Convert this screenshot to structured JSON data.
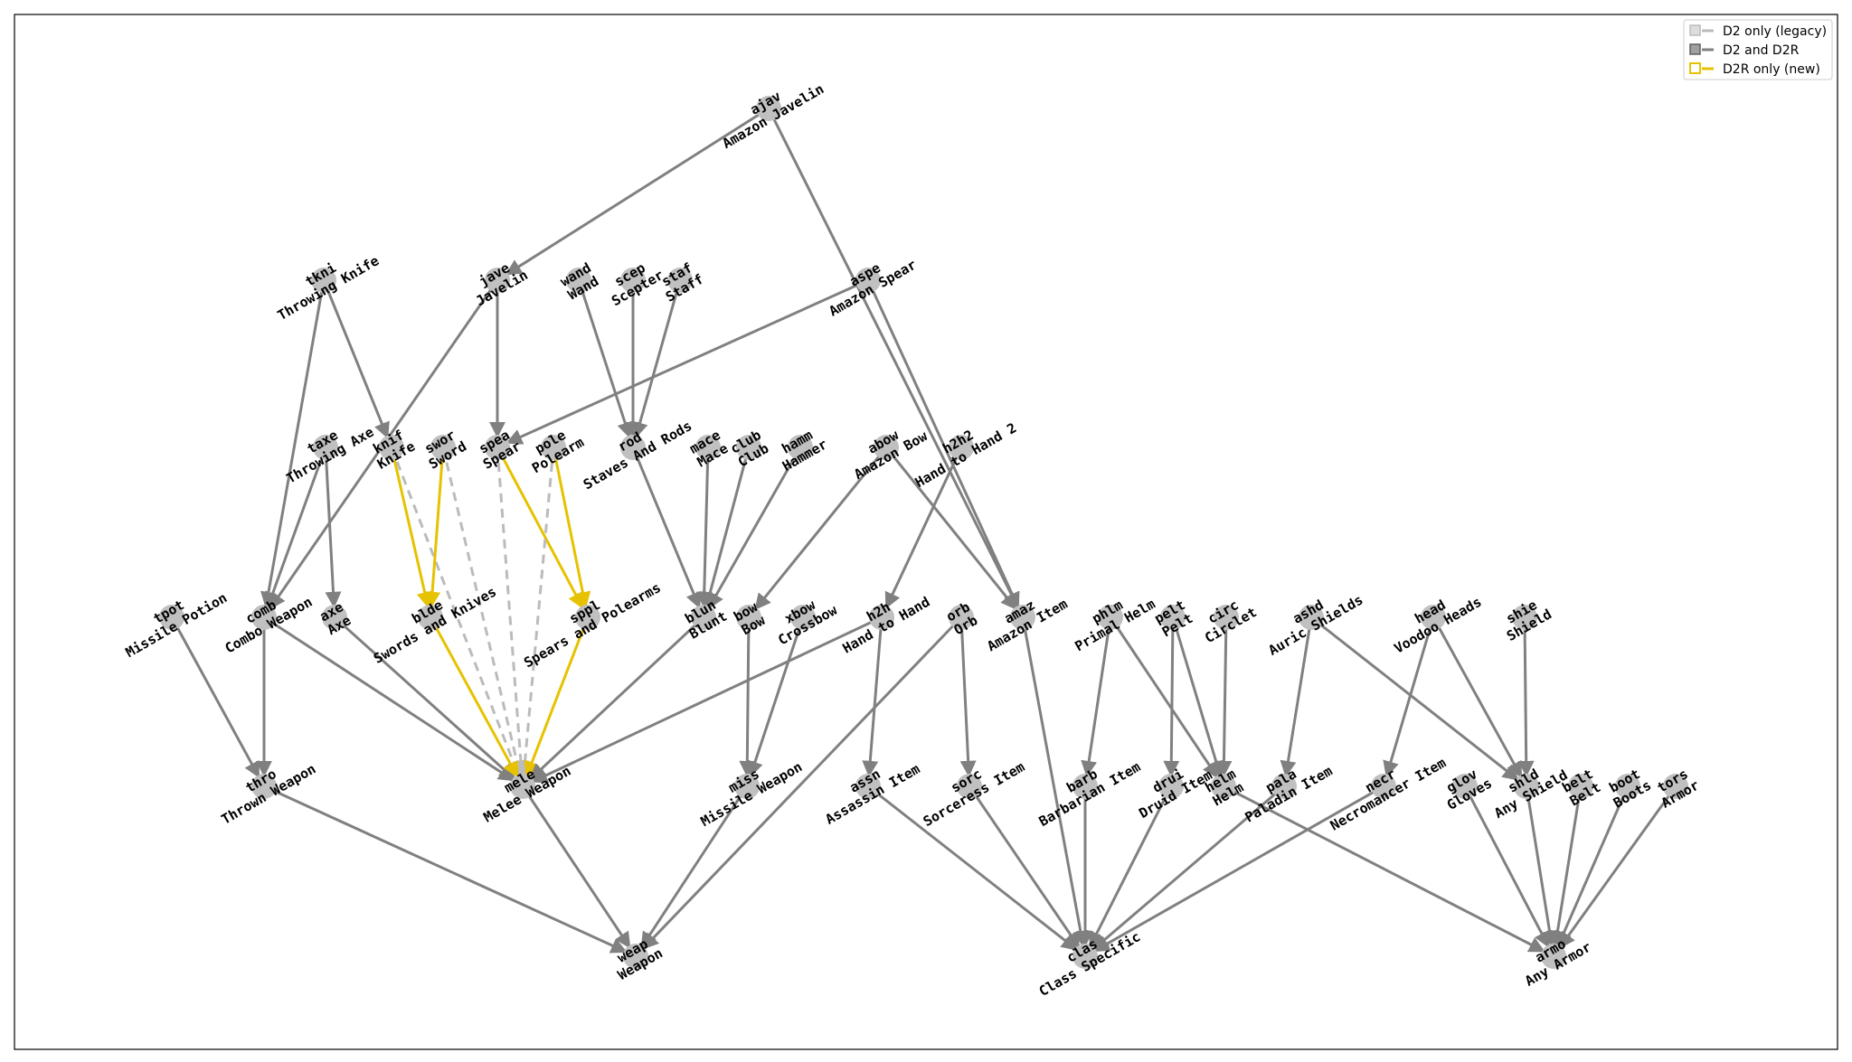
{
  "legend": {
    "items": [
      {
        "label": "D2 only (legacy)",
        "color": "#bbbbbb",
        "style": "dashed"
      },
      {
        "label": "D2 and D2R",
        "color": "#808080",
        "style": "solid"
      },
      {
        "label": "D2R only (new)",
        "color": "#e6c200",
        "style": "solid"
      }
    ]
  },
  "colors": {
    "legacy": "#bbbbbb",
    "both": "#808080",
    "new": "#e6c200",
    "node": "#c0c0c0"
  },
  "nodes": [
    {
      "id": "ajav",
      "code": "ajav",
      "name": "Amazon Javelin"
    },
    {
      "id": "tkni",
      "code": "tkni",
      "name": "Throwing Knife"
    },
    {
      "id": "jave",
      "code": "jave",
      "name": "Javelin"
    },
    {
      "id": "wand",
      "code": "wand",
      "name": "Wand"
    },
    {
      "id": "scep",
      "code": "scep",
      "name": "Scepter"
    },
    {
      "id": "staf",
      "code": "staf",
      "name": "Staff"
    },
    {
      "id": "aspe",
      "code": "aspe",
      "name": "Amazon Spear"
    },
    {
      "id": "taxe",
      "code": "taxe",
      "name": "Throwing Axe"
    },
    {
      "id": "knif",
      "code": "knif",
      "name": "Knife"
    },
    {
      "id": "swor",
      "code": "swor",
      "name": "Sword"
    },
    {
      "id": "spea",
      "code": "spea",
      "name": "Spear"
    },
    {
      "id": "pole",
      "code": "pole",
      "name": "Polearm"
    },
    {
      "id": "rod",
      "code": "rod",
      "name": "Staves And Rods"
    },
    {
      "id": "mace",
      "code": "mace",
      "name": "Mace"
    },
    {
      "id": "club",
      "code": "club",
      "name": "Club"
    },
    {
      "id": "hamm",
      "code": "hamm",
      "name": "Hammer"
    },
    {
      "id": "abow",
      "code": "abow",
      "name": "Amazon Bow"
    },
    {
      "id": "h2h2",
      "code": "h2h2",
      "name": "Hand to Hand 2"
    },
    {
      "id": "tpot",
      "code": "tpot",
      "name": "Missile Potion"
    },
    {
      "id": "comb",
      "code": "comb",
      "name": "Combo Weapon"
    },
    {
      "id": "axe",
      "code": "axe",
      "name": "Axe"
    },
    {
      "id": "blde",
      "code": "blde",
      "name": "Swords and Knives"
    },
    {
      "id": "sppl",
      "code": "sppl",
      "name": "Spears and Polearms"
    },
    {
      "id": "blun",
      "code": "blun",
      "name": "Blunt"
    },
    {
      "id": "bow",
      "code": "bow",
      "name": "Bow"
    },
    {
      "id": "xbow",
      "code": "xbow",
      "name": "Crossbow"
    },
    {
      "id": "h2h",
      "code": "h2h",
      "name": "Hand to Hand"
    },
    {
      "id": "orb",
      "code": "orb",
      "name": "Orb"
    },
    {
      "id": "amaz",
      "code": "amaz",
      "name": "Amazon Item"
    },
    {
      "id": "phlm",
      "code": "phlm",
      "name": "Primal Helm"
    },
    {
      "id": "pelt",
      "code": "pelt",
      "name": "Pelt"
    },
    {
      "id": "circ",
      "code": "circ",
      "name": "Circlet"
    },
    {
      "id": "ashd",
      "code": "ashd",
      "name": "Auric Shields"
    },
    {
      "id": "head",
      "code": "head",
      "name": "Voodoo Heads"
    },
    {
      "id": "shie",
      "code": "shie",
      "name": "Shield"
    },
    {
      "id": "thro",
      "code": "thro",
      "name": "Thrown Weapon"
    },
    {
      "id": "mele",
      "code": "mele",
      "name": "Melee Weapon"
    },
    {
      "id": "miss",
      "code": "miss",
      "name": "Missile Weapon"
    },
    {
      "id": "assn",
      "code": "assn",
      "name": "Assassin Item"
    },
    {
      "id": "sorc",
      "code": "sorc",
      "name": "Sorceress Item"
    },
    {
      "id": "barb",
      "code": "barb",
      "name": "Barbarian Item"
    },
    {
      "id": "drui",
      "code": "drui",
      "name": "Druid Item"
    },
    {
      "id": "helm",
      "code": "helm",
      "name": "Helm"
    },
    {
      "id": "pala",
      "code": "pala",
      "name": "Paladin Item"
    },
    {
      "id": "necr",
      "code": "necr",
      "name": "Necromancer Item"
    },
    {
      "id": "glov",
      "code": "glov",
      "name": "Gloves"
    },
    {
      "id": "shld",
      "code": "shld",
      "name": "Any Shield"
    },
    {
      "id": "belt",
      "code": "belt",
      "name": "Belt"
    },
    {
      "id": "boot",
      "code": "boot",
      "name": "Boots"
    },
    {
      "id": "tors",
      "code": "tors",
      "name": "Armor"
    },
    {
      "id": "weap",
      "code": "weap",
      "name": "Weapon"
    },
    {
      "id": "clas",
      "code": "clas",
      "name": "Class Specific"
    },
    {
      "id": "armo",
      "code": "armo",
      "name": "Any Armor"
    }
  ],
  "edges": [
    {
      "from": "ajav",
      "to": "jave",
      "kind": "both"
    },
    {
      "from": "ajav",
      "to": "amaz",
      "kind": "both"
    },
    {
      "from": "tkni",
      "to": "knif",
      "kind": "both"
    },
    {
      "from": "tkni",
      "to": "comb",
      "kind": "both"
    },
    {
      "from": "jave",
      "to": "spea",
      "kind": "both"
    },
    {
      "from": "jave",
      "to": "comb",
      "kind": "both"
    },
    {
      "from": "wand",
      "to": "rod",
      "kind": "both"
    },
    {
      "from": "scep",
      "to": "rod",
      "kind": "both"
    },
    {
      "from": "staf",
      "to": "rod",
      "kind": "both"
    },
    {
      "from": "aspe",
      "to": "spea",
      "kind": "both"
    },
    {
      "from": "aspe",
      "to": "amaz",
      "kind": "both"
    },
    {
      "from": "taxe",
      "to": "axe",
      "kind": "both"
    },
    {
      "from": "taxe",
      "to": "comb",
      "kind": "both"
    },
    {
      "from": "knif",
      "to": "blde",
      "kind": "new"
    },
    {
      "from": "knif",
      "to": "mele",
      "kind": "legacy"
    },
    {
      "from": "swor",
      "to": "blde",
      "kind": "new"
    },
    {
      "from": "swor",
      "to": "mele",
      "kind": "legacy"
    },
    {
      "from": "spea",
      "to": "sppl",
      "kind": "new"
    },
    {
      "from": "spea",
      "to": "mele",
      "kind": "legacy"
    },
    {
      "from": "pole",
      "to": "sppl",
      "kind": "new"
    },
    {
      "from": "pole",
      "to": "mele",
      "kind": "legacy"
    },
    {
      "from": "rod",
      "to": "blun",
      "kind": "both"
    },
    {
      "from": "mace",
      "to": "blun",
      "kind": "both"
    },
    {
      "from": "club",
      "to": "blun",
      "kind": "both"
    },
    {
      "from": "hamm",
      "to": "blun",
      "kind": "both"
    },
    {
      "from": "abow",
      "to": "bow",
      "kind": "both"
    },
    {
      "from": "abow",
      "to": "amaz",
      "kind": "both"
    },
    {
      "from": "h2h2",
      "to": "h2h",
      "kind": "both"
    },
    {
      "from": "tpot",
      "to": "thro",
      "kind": "both"
    },
    {
      "from": "comb",
      "to": "thro",
      "kind": "both"
    },
    {
      "from": "comb",
      "to": "mele",
      "kind": "both"
    },
    {
      "from": "axe",
      "to": "mele",
      "kind": "both"
    },
    {
      "from": "blde",
      "to": "mele",
      "kind": "new"
    },
    {
      "from": "sppl",
      "to": "mele",
      "kind": "new"
    },
    {
      "from": "blun",
      "to": "mele",
      "kind": "both"
    },
    {
      "from": "bow",
      "to": "miss",
      "kind": "both"
    },
    {
      "from": "xbow",
      "to": "miss",
      "kind": "both"
    },
    {
      "from": "h2h",
      "to": "mele",
      "kind": "both"
    },
    {
      "from": "h2h",
      "to": "assn",
      "kind": "both"
    },
    {
      "from": "orb",
      "to": "weap",
      "kind": "both"
    },
    {
      "from": "orb",
      "to": "sorc",
      "kind": "both"
    },
    {
      "from": "amaz",
      "to": "clas",
      "kind": "both"
    },
    {
      "from": "phlm",
      "to": "barb",
      "kind": "both"
    },
    {
      "from": "phlm",
      "to": "helm",
      "kind": "both"
    },
    {
      "from": "pelt",
      "to": "drui",
      "kind": "both"
    },
    {
      "from": "pelt",
      "to": "helm",
      "kind": "both"
    },
    {
      "from": "circ",
      "to": "helm",
      "kind": "both"
    },
    {
      "from": "ashd",
      "to": "pala",
      "kind": "both"
    },
    {
      "from": "ashd",
      "to": "shld",
      "kind": "both"
    },
    {
      "from": "head",
      "to": "necr",
      "kind": "both"
    },
    {
      "from": "head",
      "to": "shld",
      "kind": "both"
    },
    {
      "from": "shie",
      "to": "shld",
      "kind": "both"
    },
    {
      "from": "thro",
      "to": "weap",
      "kind": "both"
    },
    {
      "from": "mele",
      "to": "weap",
      "kind": "both"
    },
    {
      "from": "miss",
      "to": "weap",
      "kind": "both"
    },
    {
      "from": "assn",
      "to": "clas",
      "kind": "both"
    },
    {
      "from": "sorc",
      "to": "clas",
      "kind": "both"
    },
    {
      "from": "barb",
      "to": "clas",
      "kind": "both"
    },
    {
      "from": "drui",
      "to": "clas",
      "kind": "both"
    },
    {
      "from": "pala",
      "to": "clas",
      "kind": "both"
    },
    {
      "from": "necr",
      "to": "clas",
      "kind": "both"
    },
    {
      "from": "helm",
      "to": "armo",
      "kind": "both"
    },
    {
      "from": "glov",
      "to": "armo",
      "kind": "both"
    },
    {
      "from": "shld",
      "to": "armo",
      "kind": "both"
    },
    {
      "from": "belt",
      "to": "armo",
      "kind": "both"
    },
    {
      "from": "boot",
      "to": "armo",
      "kind": "both"
    },
    {
      "from": "tors",
      "to": "armo",
      "kind": "both"
    }
  ]
}
